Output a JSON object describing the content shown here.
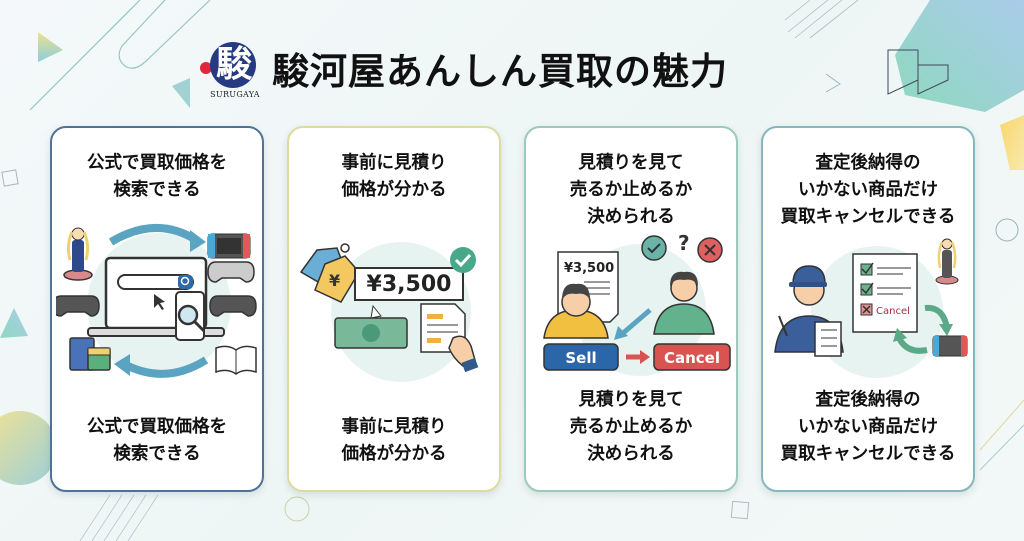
{
  "header": {
    "logo_kanji": "駿",
    "logo_text": "SURUGAYA",
    "title": "駿河屋あんしん買取の魅力"
  },
  "colors": {
    "card1_border": "#4f7299",
    "card2_border": "#dedba0",
    "card3_border": "#9cc9b9",
    "card4_border": "#86b7bd",
    "logo_navy": "#263a82",
    "logo_red": "#e0283a",
    "sell_button": "#2b66a8",
    "cancel_button": "#d85451"
  },
  "cards": [
    {
      "title": "公式で買取価格を\n検索できる",
      "caption": "公式で買取価格を\n検索できる",
      "illustration": "laptop-search-with-goods-cycle"
    },
    {
      "title": "事前に見積り\n価格が分かる",
      "caption": "事前に見積り\n価格が分かる",
      "illustration": "price-tag-estimate",
      "price": "¥3,500",
      "tag_symbol": "¥"
    },
    {
      "title": "見積りを見て\n売るか止めるか\n決められる",
      "caption": "見積りを見て\n売るか止めるか\n決められる",
      "illustration": "decide-sell-or-cancel",
      "price": "¥3,500",
      "question": "?",
      "sell_label": "Sell",
      "cancel_label": "Cancel"
    },
    {
      "title": "査定後納得の\nいかない商品だけ\n買取キャンセルできる",
      "caption": "査定後納得の\nいかない商品だけ\n買取キャンセルできる",
      "illustration": "staff-checklist-cancel",
      "checklist_cancel_label": "Cancel"
    }
  ]
}
